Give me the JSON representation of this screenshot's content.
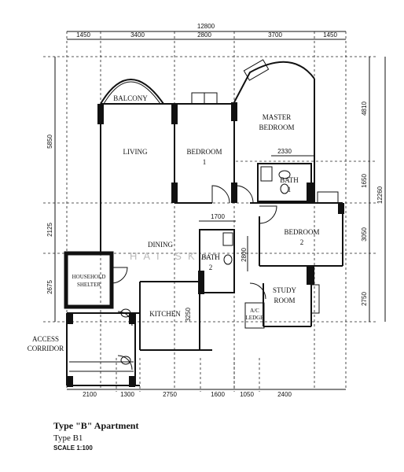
{
  "dimensions": {
    "top_total": "12800",
    "top": [
      "1450",
      "3400",
      "2800",
      "3700",
      "1450"
    ],
    "bottom": [
      "2100",
      "1300",
      "2750",
      "1600",
      "1050",
      "2400"
    ],
    "left_upper": "5850",
    "left_mid": "2125",
    "left_lower": "2675",
    "right": [
      "4810",
      "1650",
      "3050",
      "2750"
    ],
    "right_total": "12260",
    "bath1_width": "2330",
    "bath2_width": "1700",
    "bath2_depth": "2800",
    "kitchen_depth": "3250"
  },
  "rooms": {
    "balcony": "BALCONY",
    "living": "LIVING",
    "bedroom1": [
      "BEDROOM",
      "1"
    ],
    "master": [
      "MASTER",
      "BEDROOM"
    ],
    "bath1": [
      "BATH",
      "1"
    ],
    "bedroom2": [
      "BEDROOM",
      "2"
    ],
    "dining": "DINING",
    "bath2": [
      "BATH",
      "2"
    ],
    "household_shelter": [
      "HOUSEHOLD",
      "SHELTER"
    ],
    "kitchen": "KITCHEN",
    "study": [
      "STUDY",
      "ROOM"
    ],
    "ac_ledge": [
      "A/C",
      "LEDGE"
    ],
    "access_corridor": [
      "ACCESS",
      "CORRIDOR"
    ]
  },
  "watermark": "HAI SKAI",
  "caption": {
    "title": "Type \"B\" Apartment",
    "subtype": "Type B1",
    "scale": "SCALE 1:100"
  }
}
